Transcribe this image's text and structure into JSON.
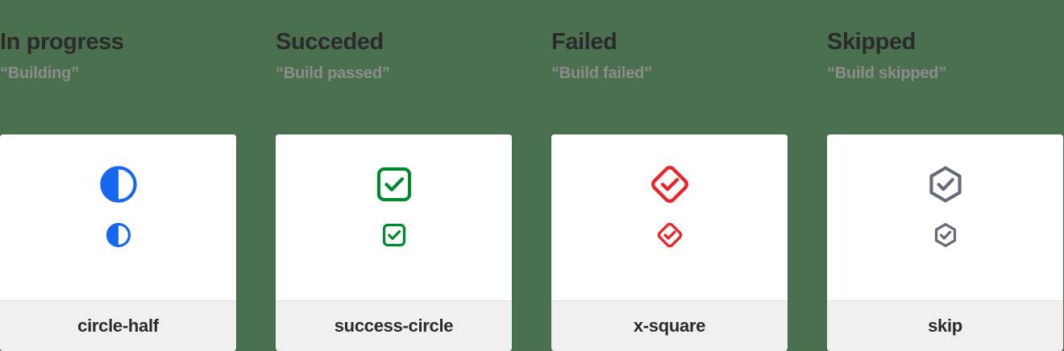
{
  "page": {
    "background_color": "#4a7050"
  },
  "columns": [
    {
      "title": "In progress",
      "subtitle": "“Building”",
      "icon_name": "circle-half",
      "icon_label": "circle-half",
      "icon_color": "#1668f0"
    },
    {
      "title": "Succeded",
      "subtitle": "“Build passed”",
      "icon_name": "success-circle",
      "icon_label": "success-circle",
      "icon_color": "#00892e"
    },
    {
      "title": "Failed",
      "subtitle": "“Build failed”",
      "icon_name": "x-square",
      "icon_label": "x-square",
      "icon_color": "#e8262a"
    },
    {
      "title": "Skipped",
      "subtitle": "“Build skipped”",
      "icon_name": "skip",
      "icon_label": "skip",
      "icon_color": "#676b79"
    }
  ]
}
